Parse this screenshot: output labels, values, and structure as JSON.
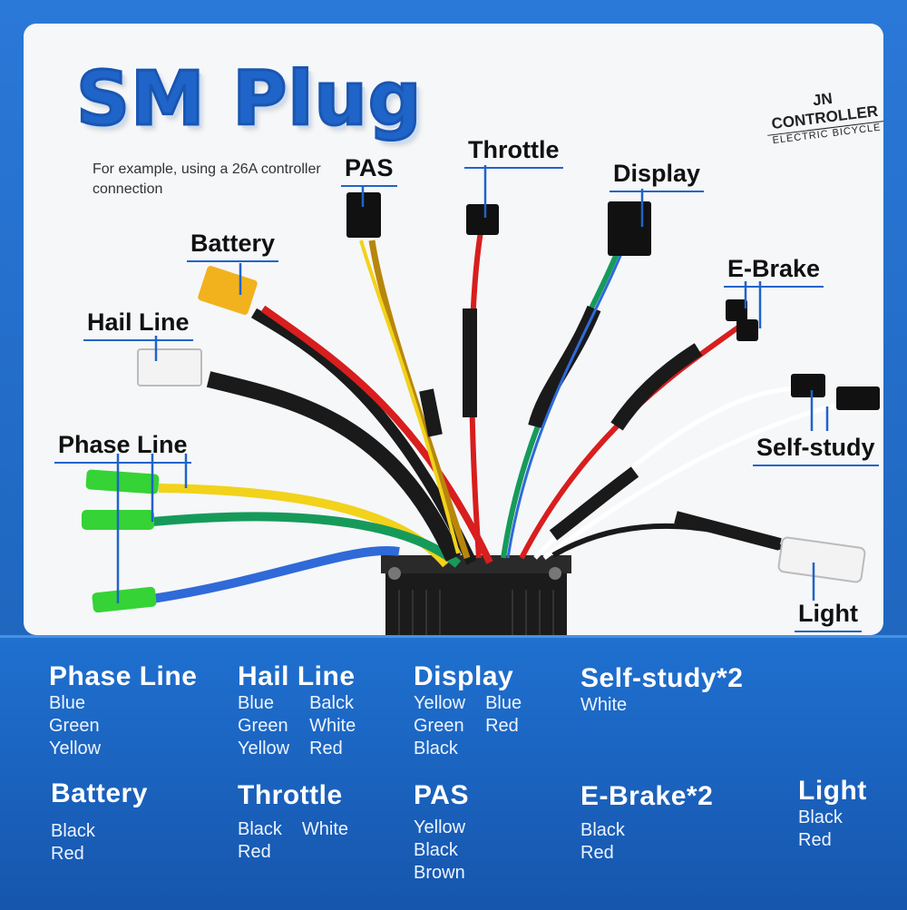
{
  "title": "SM Plug",
  "subtitle": "For example, using a 26A controller connection",
  "brand": {
    "line1": "JN CONTROLLER",
    "line2": "ELECTRIC BICYCLE"
  },
  "labels": {
    "pas": "PAS",
    "throttle": "Throttle",
    "display": "Display",
    "battery": "Battery",
    "ebrake": "E-Brake",
    "hail_line": "Hail Line",
    "phase_line": "Phase Line",
    "self_study": "Self-study",
    "light": "Light"
  },
  "legend": {
    "phase_line": {
      "title": "Phase Line",
      "col1": [
        "Blue",
        "Green",
        "Yellow"
      ]
    },
    "hail_line": {
      "title": "Hail Line",
      "col1": [
        "Blue",
        "Green",
        "Yellow"
      ],
      "col2": [
        "Balck",
        "White",
        "Red"
      ]
    },
    "display": {
      "title": "Display",
      "col1": [
        "Yellow",
        "Green",
        "Black"
      ],
      "col2": [
        "Blue",
        "Red"
      ]
    },
    "self_study": {
      "title": "Self-study*2",
      "col1": [
        "White"
      ]
    },
    "battery": {
      "title": "Battery",
      "col1": [
        "Black",
        "Red"
      ]
    },
    "throttle": {
      "title": "Throttle",
      "col1": [
        "Black",
        "Red"
      ],
      "col2": [
        "White"
      ]
    },
    "pas": {
      "title": "PAS",
      "col1": [
        "Yellow",
        "Black",
        "Brown"
      ]
    },
    "ebrake": {
      "title": "E-Brake*2",
      "col1": [
        "Black",
        "Red"
      ]
    },
    "light": {
      "title": "Light",
      "col1": [
        "Black",
        "Red"
      ]
    }
  },
  "colors": {
    "accent": "#1f64c8",
    "legend_bg": "#1a5fb4",
    "wire_black": "#1a1a1a",
    "wire_red": "#d81e1e",
    "wire_yellow": "#f2d21b",
    "wire_green": "#169a5a",
    "wire_blue": "#2f6ad8",
    "connector_green": "#35d335",
    "battery_connector": "#f2b21d"
  }
}
